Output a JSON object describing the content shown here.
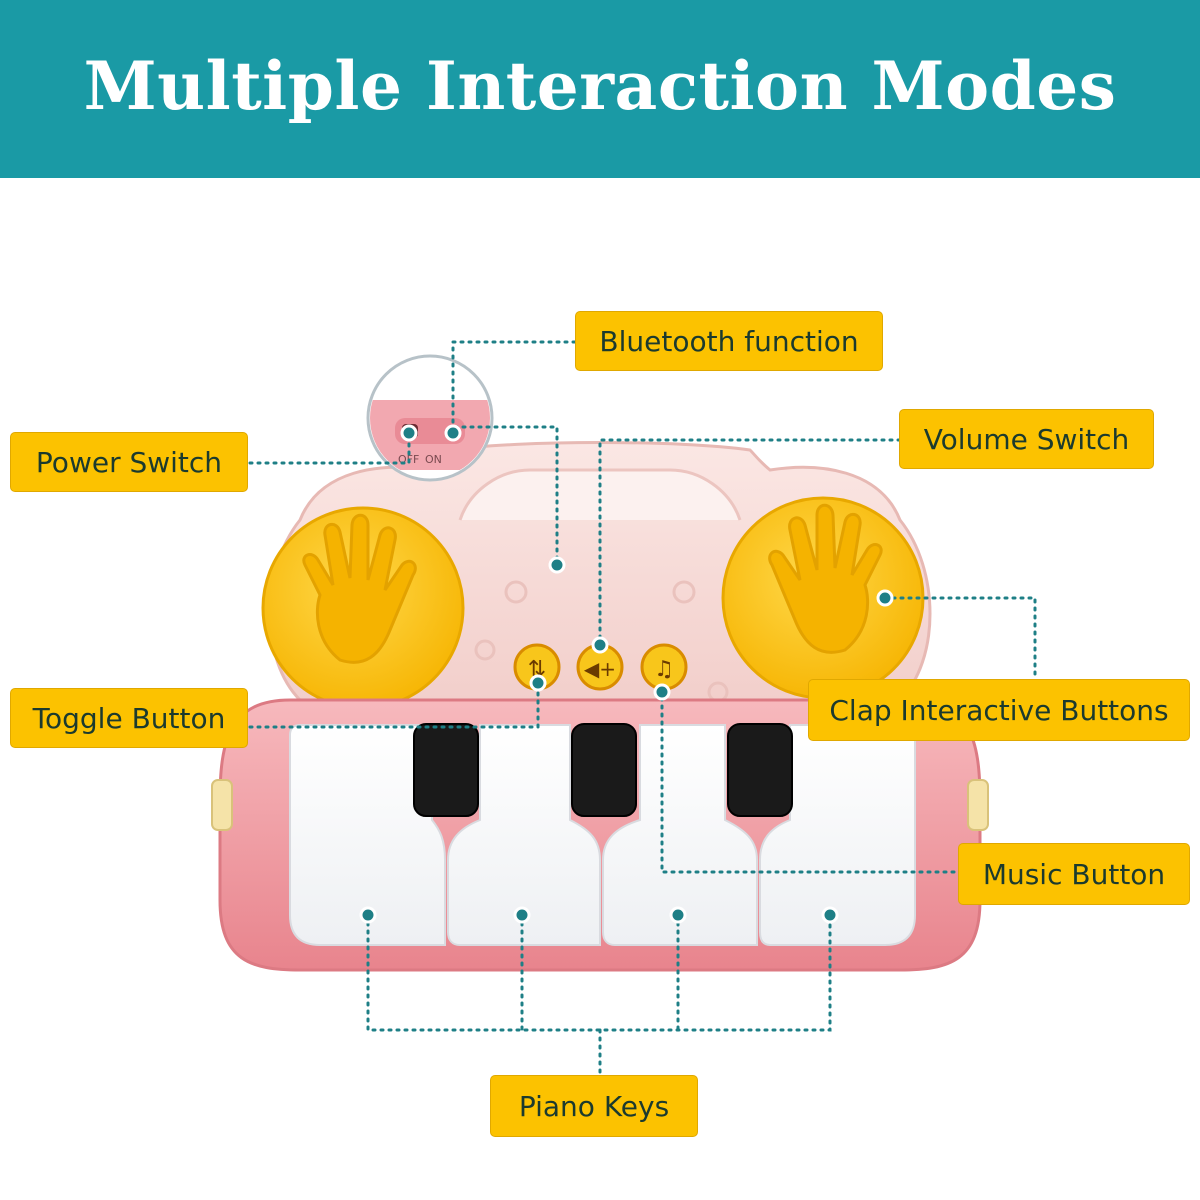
{
  "title": "Multiple Interaction Modes",
  "labels": {
    "bluetooth": "Bluetooth function",
    "power": "Power Switch",
    "volume": "Volume Switch",
    "toggle": "Toggle Button",
    "clap": "Clap Interactive Buttons",
    "music": "Music Button",
    "piano": "Piano Keys"
  },
  "switch_text": {
    "off": "OFF",
    "on": "ON"
  },
  "colors": {
    "banner": "#1a9aa5",
    "label_fill": "#fcc200",
    "label_text": "#1b3a2e",
    "leader_line": "#1e7f86",
    "toy_pink": "#f2a8ae",
    "toy_light_pink": "#f6d6d4",
    "pad_yellow": "#fbc31a",
    "key_white": "#ffffff",
    "key_black": "#1a1a1a"
  },
  "icons": [
    "toggle-icon",
    "volume-icon",
    "music-note-icon",
    "hand-print-icon"
  ]
}
